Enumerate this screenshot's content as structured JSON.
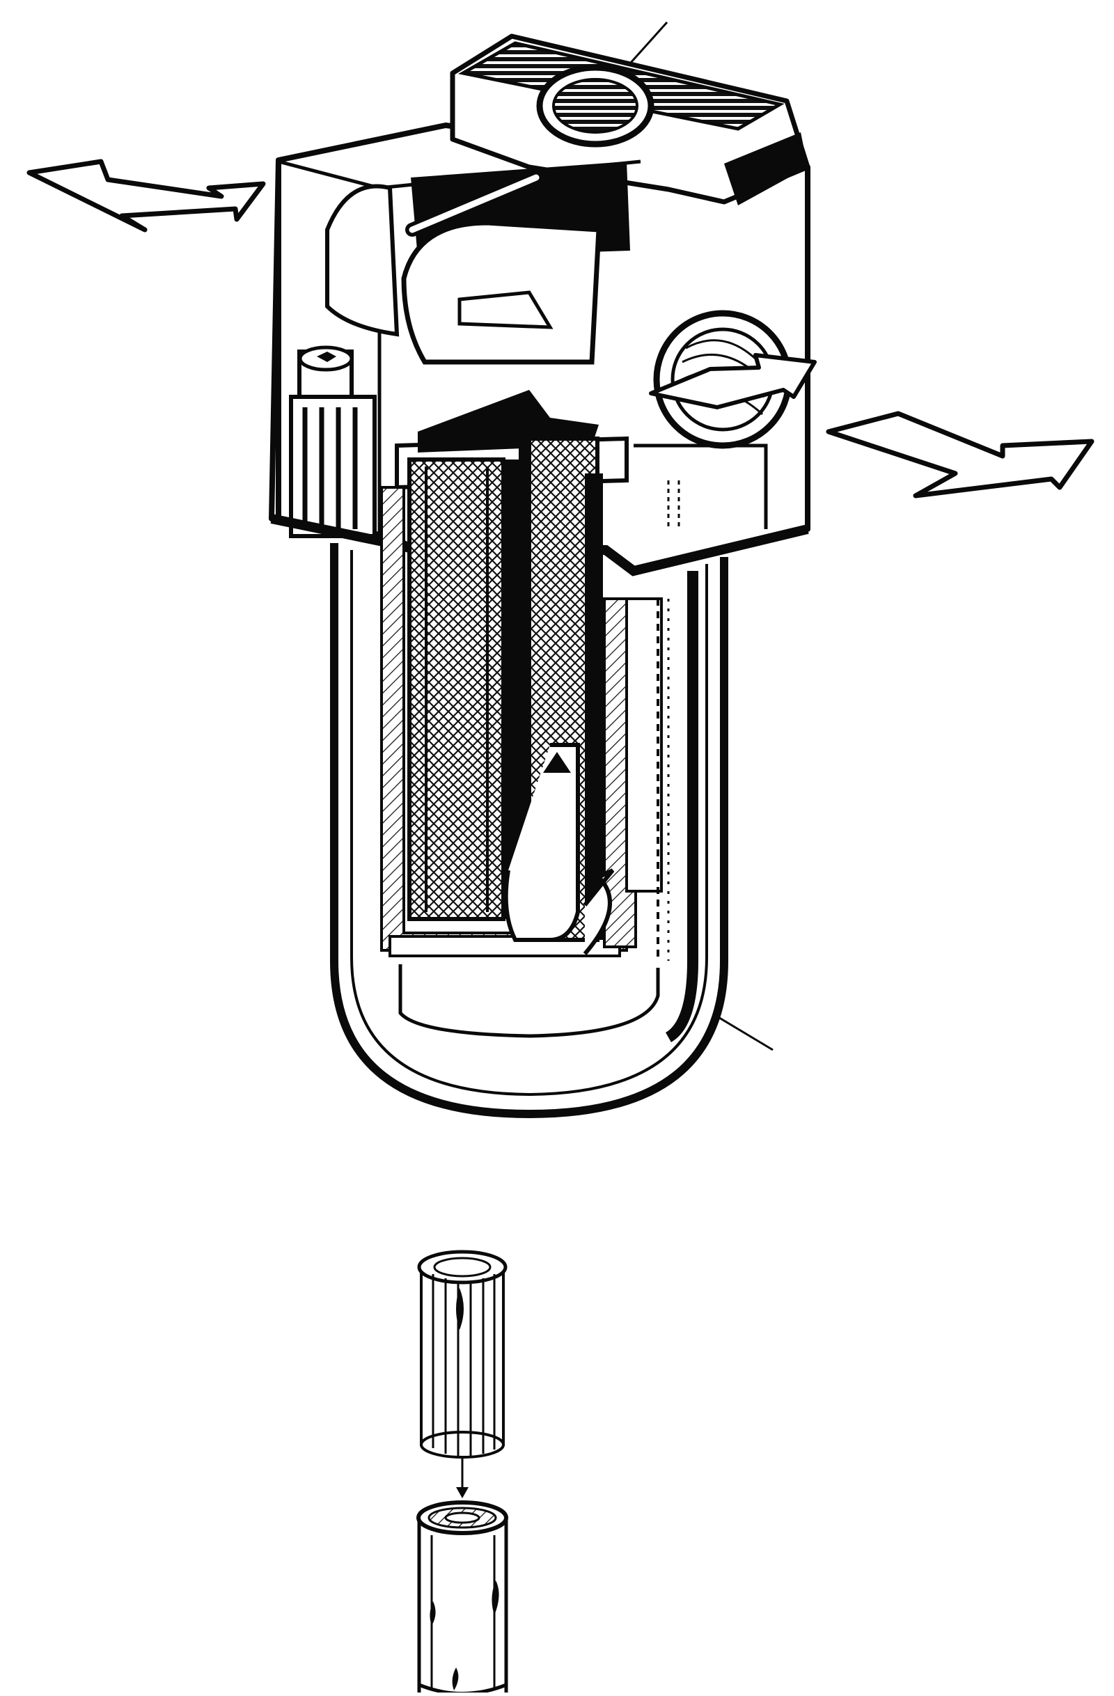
{
  "figure": {
    "kind": "cutaway technical illustration",
    "style": "black ink line art on white",
    "colors": {
      "ink": "#0a0a0a",
      "paper": "#ffffff",
      "hatch": "#1a1a1a"
    }
  },
  "callouts": {
    "top_leader": {
      "label": ""
    },
    "bottom_leader": {
      "label": ""
    }
  },
  "flow_arrows": [
    {
      "name": "inlet-arrow",
      "direction": "in"
    },
    {
      "name": "outlet-arrow",
      "direction": "out"
    }
  ],
  "inset": {
    "parts": [
      {
        "name": "inner-filter-cartridge"
      },
      {
        "name": "outer-filter-cartridge"
      }
    ],
    "assembly_arrow": "down"
  }
}
